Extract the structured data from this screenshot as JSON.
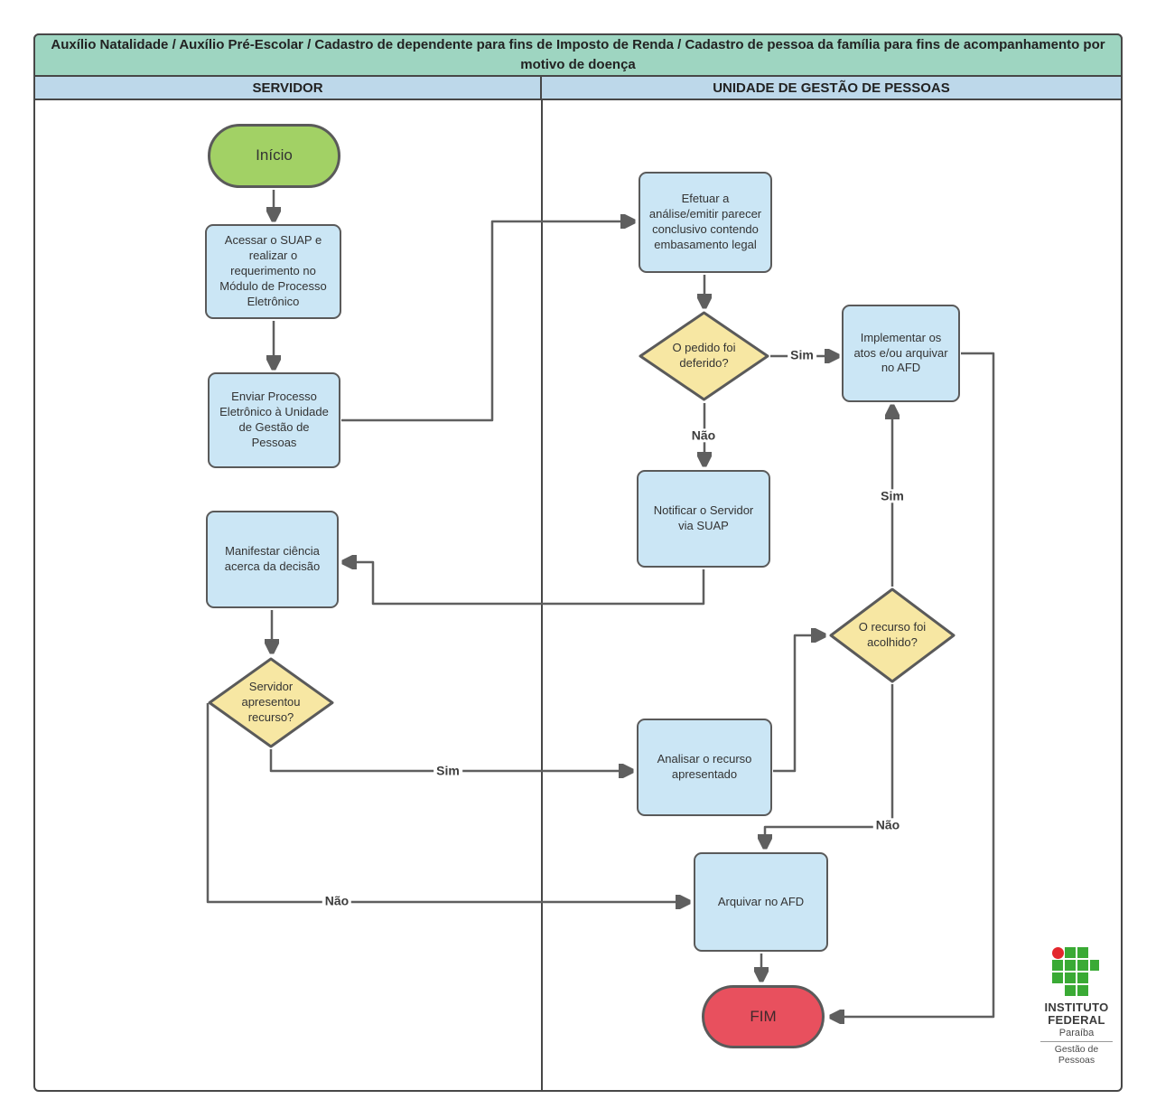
{
  "title": "Auxílio Natalidade / Auxílio Pré-Escolar / Cadastro de dependente para fins de Imposto de Renda / Cadastro de pessoa da família para fins de acompanhamento por motivo de doença",
  "lanes": {
    "left": "SERVIDOR",
    "right": "UNIDADE DE GESTÃO DE PESSOAS"
  },
  "nodes": {
    "inicio": "Início",
    "acessar": "Acessar o SUAP e realizar o requerimento no Módulo de Processo Eletrônico",
    "enviar": "Enviar Processo Eletrônico à Unidade de Gestão de Pessoas",
    "efetuar": "Efetuar a análise/emitir parecer conclusivo contendo embasamento legal",
    "pedido_deferido": "O pedido foi deferido?",
    "implementar": "Implementar os atos e/ou arquivar no AFD",
    "notificar": "Notificar o Servidor via SUAP",
    "manifestar": "Manifestar ciência acerca da decisão",
    "apresentou_recurso": "Servidor apresentou recurso?",
    "analisar": "Analisar o recurso apresentado",
    "recurso_acolhido": "O recurso foi acolhido?",
    "arquivar": "Arquivar no AFD",
    "fim": "FIM"
  },
  "edge_labels": {
    "pedido_sim": "Sim",
    "pedido_nao": "Não",
    "recurso_sim": "Sim",
    "recurso_nao": "Não",
    "acolhido_sim": "Sim",
    "acolhido_nao": "Não"
  },
  "edges": [
    {
      "from": "inicio",
      "to": "acessar",
      "label": ""
    },
    {
      "from": "acessar",
      "to": "enviar",
      "label": ""
    },
    {
      "from": "enviar",
      "to": "efetuar",
      "label": ""
    },
    {
      "from": "efetuar",
      "to": "pedido_deferido",
      "label": ""
    },
    {
      "from": "pedido_deferido",
      "to": "implementar",
      "label": "Sim"
    },
    {
      "from": "pedido_deferido",
      "to": "notificar",
      "label": "Não"
    },
    {
      "from": "notificar",
      "to": "manifestar",
      "label": ""
    },
    {
      "from": "manifestar",
      "to": "apresentou_recurso",
      "label": ""
    },
    {
      "from": "apresentou_recurso",
      "to": "analisar",
      "label": "Sim"
    },
    {
      "from": "apresentou_recurso",
      "to": "arquivar",
      "label": "Não"
    },
    {
      "from": "analisar",
      "to": "recurso_acolhido",
      "label": ""
    },
    {
      "from": "recurso_acolhido",
      "to": "implementar",
      "label": "Sim"
    },
    {
      "from": "recurso_acolhido",
      "to": "arquivar",
      "label": "Não"
    },
    {
      "from": "arquivar",
      "to": "fim",
      "label": ""
    },
    {
      "from": "implementar",
      "to": "fim",
      "label": ""
    }
  ],
  "logo": {
    "institution_line1": "INSTITUTO",
    "institution_line2": "FEDERAL",
    "state": "Paraíba",
    "dept_line1": "Gestão de",
    "dept_line2": "Pessoas"
  },
  "colors": {
    "title-bg": "#9ed5c1",
    "lane-header-bg": "#bdd8ea",
    "process-fill": "#cbe6f5",
    "decision-fill": "#f7e7a3",
    "start-fill": "#a2d165",
    "end-fill": "#e8505e",
    "shape-border": "#5a5a5a",
    "connector": "#5f5f5f",
    "frame-border": "#474747",
    "logo-green": "#3aaa35",
    "logo-red": "#e3262c"
  }
}
